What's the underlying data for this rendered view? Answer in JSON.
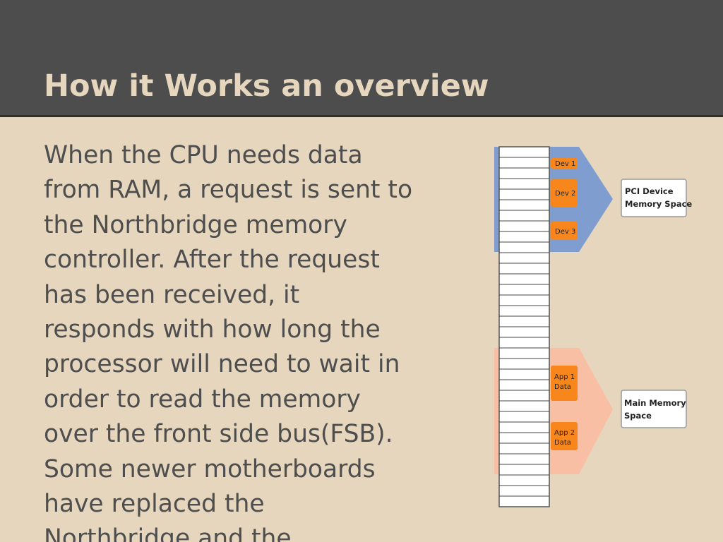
{
  "slide": {
    "title": "How it Works an overview",
    "body_lines": [
      "When the CPU needs data",
      "from RAM, a request is sent to",
      "the Northbridge memory",
      "controller. After the request",
      "has been received, it",
      "responds with how long the",
      "processor will need to wait in",
      "order to read the memory",
      "over the front side bus(FSB).",
      "Some newer motherboards",
      "have replaced the",
      "Northbridge and the"
    ]
  },
  "diagram": {
    "pci_region": {
      "color": "#7f9ecf",
      "devices": [
        "Dev 1",
        "Dev 2",
        "Dev 3"
      ],
      "label_line1": "PCI Device",
      "label_line2": "Memory Space"
    },
    "main_region": {
      "color": "#f9bfa4",
      "apps": [
        {
          "line1": "App 1",
          "line2": "Data"
        },
        {
          "line1": "App 2",
          "line2": "Data"
        }
      ],
      "label_line1": "Main Memory",
      "label_line2": "Space"
    },
    "block_color": "#f7861d"
  }
}
